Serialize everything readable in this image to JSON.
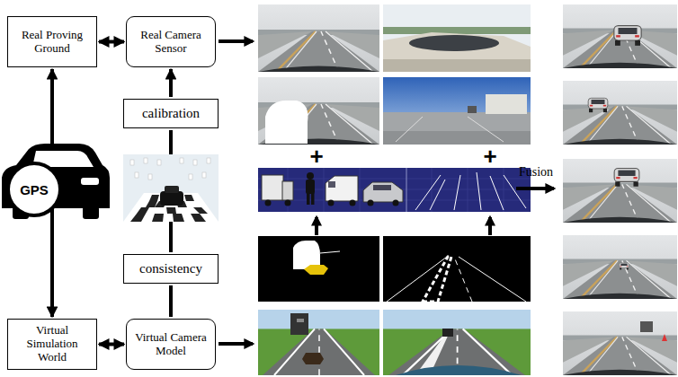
{
  "diagram": {
    "nodes": [
      {
        "text": [
          "Real Proving Ground"
        ]
      },
      {
        "text": [
          "Real Camera Sensor"
        ]
      },
      {
        "text": [
          "calibration"
        ]
      },
      {
        "text": [
          "consistency"
        ]
      },
      {
        "text": [
          "Virtual Simulation World"
        ]
      },
      {
        "text": [
          "Virtual Camera Model"
        ]
      }
    ],
    "edges": [
      {
        "from": 0,
        "to": 1,
        "arrow": "both"
      },
      {
        "from": 0,
        "to": 4,
        "arrow": "both"
      },
      {
        "from": 2,
        "to": 1,
        "arrow": "to"
      },
      {
        "from": 3,
        "to": 2,
        "arrow": "none"
      },
      {
        "from": 5,
        "to": 3,
        "arrow": "none"
      },
      {
        "from": 4,
        "to": 5,
        "arrow": "both"
      }
    ],
    "labels": [
      "GPS",
      "+",
      "+",
      "Fusion"
    ]
  }
}
